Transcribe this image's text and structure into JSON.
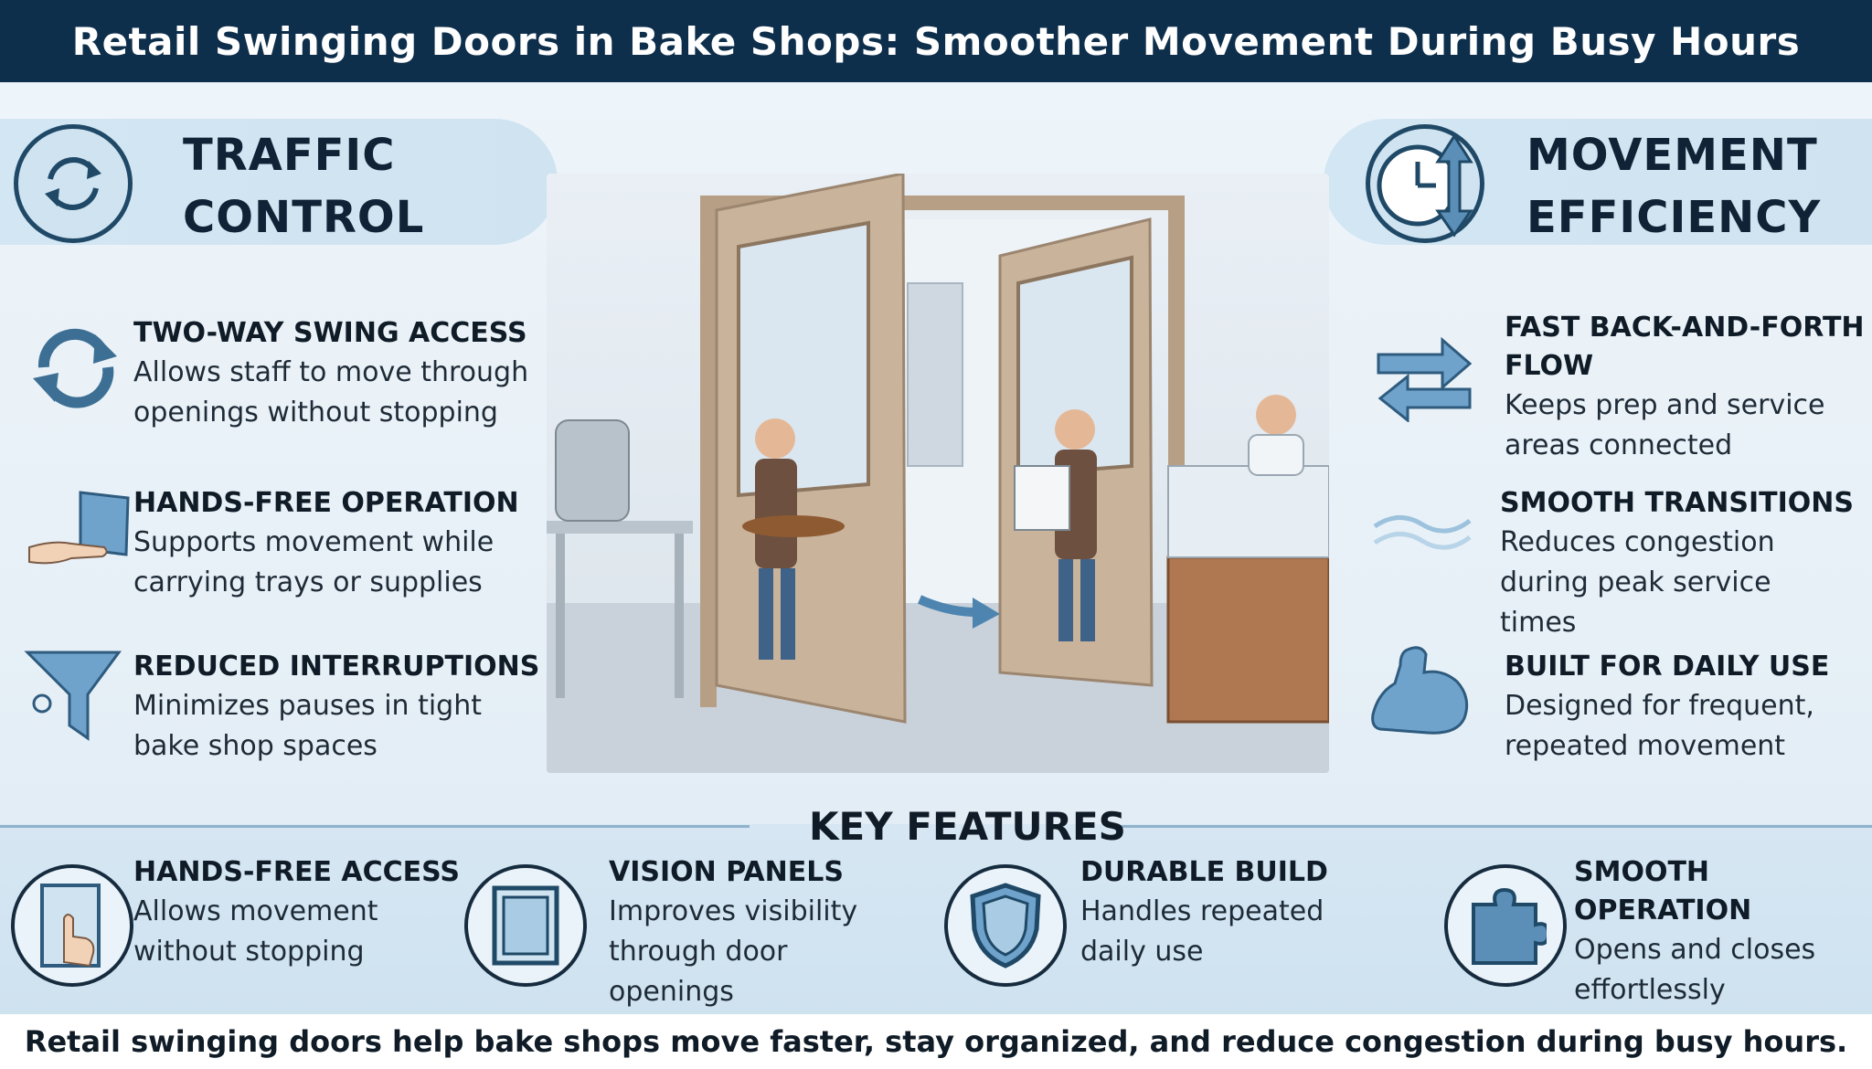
{
  "header": {
    "title": "Retail Swinging Doors in Bake Shops: Smoother Movement During Busy Hours"
  },
  "left_section": {
    "title_line1": "TRAFFIC",
    "title_line2": "CONTROL",
    "icon": "refresh-cycle-icon",
    "items": [
      {
        "icon": "two-way-arrows-icon",
        "title": "TWO-WAY SWING ACCESS",
        "line1": "Allows staff to move through",
        "line2": "openings without stopping"
      },
      {
        "icon": "hand-push-icon",
        "title": "HANDS-FREE OPERATION",
        "line1": "Supports movement while",
        "line2": "carrying trays or supplies"
      },
      {
        "icon": "funnel-icon",
        "title": "REDUCED INTERRUPTIONS",
        "line1": "Minimizes pauses in tight",
        "line2": "bake shop spaces"
      }
    ]
  },
  "right_section": {
    "title_line1": "MOVEMENT",
    "title_line2": "EFFICIENCY",
    "icon": "clock-arrows-icon",
    "items": [
      {
        "icon": "back-forth-arrows-icon",
        "title_line1": "FAST BACK-AND-FORTH",
        "title_line2": "FLOW",
        "line1": "Keeps prep and service",
        "line2": "areas connected"
      },
      {
        "icon": "wave-lines-icon",
        "title": "SMOOTH TRANSITIONS",
        "line1": "Reduces congestion",
        "line2": "during peak service",
        "line3": "times"
      },
      {
        "icon": "flexed-arm-icon",
        "title": "BUILT FOR DAILY USE",
        "line1": "Designed for frequent,",
        "line2": "repeated movement"
      }
    ]
  },
  "key_features": {
    "title": "KEY FEATURES",
    "items": [
      {
        "icon": "door-touch-icon",
        "title": "HANDS-FREE ACCESS",
        "line1": "Allows movement",
        "line2": "without stopping"
      },
      {
        "icon": "window-panel-icon",
        "title": "VISION PANELS",
        "line1": "Improves visibility",
        "line2": "through door",
        "line3": "openings"
      },
      {
        "icon": "shield-icon",
        "title": "DURABLE BUILD",
        "line1": "Handles repeated",
        "line2": "daily use"
      },
      {
        "icon": "puzzle-icon",
        "title_line1": "SMOOTH",
        "title_line2": "OPERATION",
        "line1": "Opens and closes",
        "line2": "effortlessly"
      }
    ]
  },
  "footer": {
    "text": "Retail swinging doors help bake shops move faster, stay organized, and reduce congestion during busy hours."
  },
  "colors": {
    "header_bg": "#0e2f4b",
    "accent_blue": "#5b8fb8",
    "door_tan": "#c9b39b",
    "counter_wood": "#b07850"
  }
}
